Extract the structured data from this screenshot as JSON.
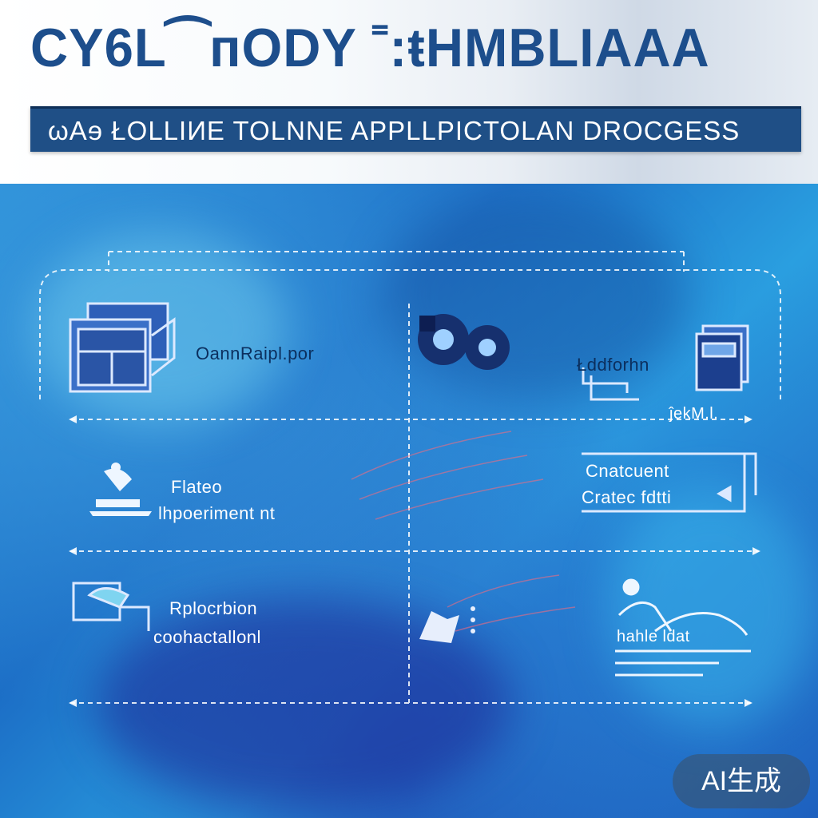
{
  "header": {
    "title": "CY6L⁀пODY ˭:ŧHMBLIAAA",
    "subtitle": "ωΑɘ ŁOLLIИE TOLNNE APPLLPICTOLAN DROCGESS"
  },
  "diagram": {
    "cells": [
      {
        "label": "OannRaipl.por"
      },
      {
        "label": "Łddforhn",
        "sublabel": "ĵеkM.l."
      },
      {
        "label_line1": "Flateo",
        "label_line2": "lhpoeriment nt"
      },
      {
        "label_line1": "Cnatcuent",
        "label_line2": "Cratec fdtti"
      },
      {
        "label_line1": "Rplocrbion",
        "label_line2": "coohactallonl"
      },
      {
        "label": "hahle ldat"
      }
    ]
  },
  "watermark": {
    "label": "AI生成"
  },
  "colors": {
    "title": "#1d4e8c",
    "subtitle_bar": "#1f4f86",
    "panel": "#1c6ec6"
  },
  "icons": [
    "window-stack-icon",
    "gears-icon",
    "document-stack-icon",
    "person-desk-icon",
    "chart-screen-icon",
    "hand-card-icon",
    "folder-icon",
    "worker-icon"
  ]
}
